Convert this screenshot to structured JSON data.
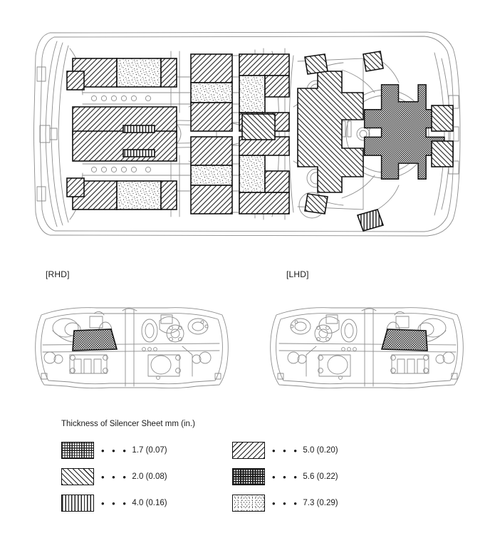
{
  "figure": {
    "main_view_name": "floor-pan-underbody-plan-view",
    "lower_left_view_name": "dash-panel-rhd",
    "lower_right_view_name": "dash-panel-lhd"
  },
  "view_labels": {
    "rhd": "[RHD]",
    "lhd": "[LHD]"
  },
  "legend": {
    "title": "Thickness of Silencer Sheet mm (in.)",
    "dots": "• • •",
    "items": [
      {
        "pattern": "check-fine",
        "pattern_name": "fine-checkerboard",
        "value": "1.7 (0.07)",
        "mm": "1.7",
        "inch": "0.07",
        "column": "left",
        "row": 0
      },
      {
        "pattern": "diag-up",
        "pattern_name": "diagonal-hatch-up",
        "value": "2.0 (0.08)",
        "mm": "2.0",
        "inch": "0.08",
        "column": "left",
        "row": 1
      },
      {
        "pattern": "vert",
        "pattern_name": "vertical-lines",
        "value": "4.0 (0.16)",
        "mm": "4.0",
        "inch": "0.16",
        "column": "left",
        "row": 2
      },
      {
        "pattern": "diag-down",
        "pattern_name": "diagonal-hatch-down",
        "value": "5.0 (0.20)",
        "mm": "5.0",
        "inch": "0.20",
        "column": "right",
        "row": 0
      },
      {
        "pattern": "check-dense",
        "pattern_name": "dense-checkerboard",
        "value": "5.6 (0.22)",
        "mm": "5.6",
        "inch": "0.22",
        "column": "right",
        "row": 1
      },
      {
        "pattern": "stipple",
        "pattern_name": "random-stipple",
        "value": "7.3 (0.29)",
        "mm": "7.3",
        "inch": "0.29",
        "column": "right",
        "row": 2
      }
    ]
  },
  "colors": {
    "background": "#ffffff",
    "line_art": "#8d8d8d",
    "line_art_dark": "#5a5a5a",
    "patch_outline": "#111111",
    "text": "#1a1a1a"
  }
}
